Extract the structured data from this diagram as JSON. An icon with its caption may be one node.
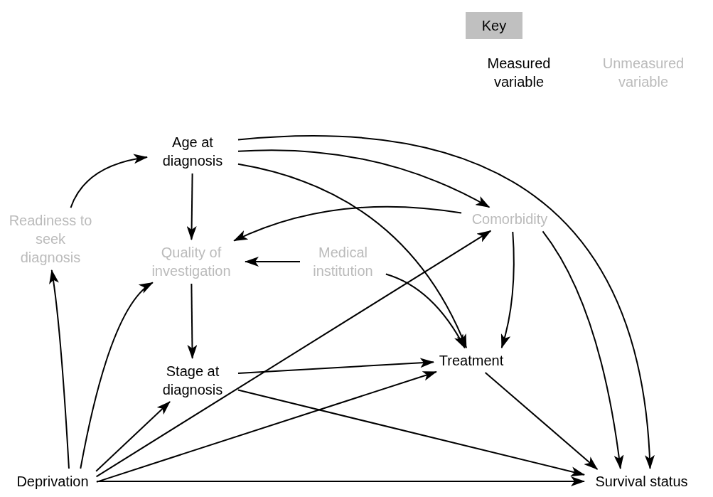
{
  "diagram": {
    "nodes": [
      {
        "text": [
          "Key"
        ]
      },
      {
        "text": [
          "Age at diagnosis"
        ]
      },
      {
        "text": [
          "Readiness to seek diagnosis"
        ]
      },
      {
        "text": [
          "Quality of investigation"
        ]
      },
      {
        "text": [
          "Medical institution"
        ]
      },
      {
        "text": [
          "Comorbidity"
        ]
      },
      {
        "text": [
          "Stage at diagnosis"
        ]
      },
      {
        "text": [
          "Treatment"
        ]
      },
      {
        "text": [
          "Deprivation"
        ]
      },
      {
        "text": [
          "Survival status"
        ]
      }
    ],
    "edges": [
      {
        "from": 2,
        "to": 1,
        "arrow": "to"
      },
      {
        "from": 1,
        "to": 3,
        "arrow": "to"
      },
      {
        "from": 1,
        "to": 5,
        "arrow": "to"
      },
      {
        "from": 1,
        "to": 7,
        "arrow": "to"
      },
      {
        "from": 1,
        "to": 9,
        "arrow": "to"
      },
      {
        "from": 5,
        "to": 3,
        "arrow": "to"
      },
      {
        "from": 4,
        "to": 3,
        "arrow": "to"
      },
      {
        "from": 4,
        "to": 7,
        "arrow": "to"
      },
      {
        "from": 5,
        "to": 7,
        "arrow": "to"
      },
      {
        "from": 5,
        "to": 9,
        "arrow": "to"
      },
      {
        "from": 3,
        "to": 6,
        "arrow": "to"
      },
      {
        "from": 6,
        "to": 7,
        "arrow": "to"
      },
      {
        "from": 6,
        "to": 9,
        "arrow": "to"
      },
      {
        "from": 7,
        "to": 9,
        "arrow": "to"
      },
      {
        "from": 8,
        "to": 2,
        "arrow": "to"
      },
      {
        "from": 8,
        "to": 3,
        "arrow": "to"
      },
      {
        "from": 8,
        "to": 6,
        "arrow": "to"
      },
      {
        "from": 8,
        "to": 5,
        "arrow": "to"
      },
      {
        "from": 8,
        "to": 7,
        "arrow": "to"
      },
      {
        "from": 8,
        "to": 9,
        "arrow": "to"
      }
    ],
    "legend": [
      {
        "text": "Measured variable",
        "color": "#000000"
      },
      {
        "text": "Unmeasured variable",
        "color": "#bbbbbb"
      }
    ]
  }
}
